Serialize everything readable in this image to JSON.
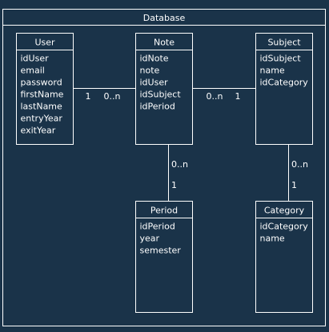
{
  "diagram": {
    "title": "Database",
    "colors": {
      "background": "#1a3349",
      "stroke": "#ffffff",
      "text": "#ffffff"
    },
    "entities": [
      {
        "id": "user",
        "name": "User",
        "fields": [
          "idUser",
          "email",
          "password",
          "firstName",
          "lastName",
          "entryYear",
          "exitYear"
        ]
      },
      {
        "id": "note",
        "name": "Note",
        "fields": [
          "idNote",
          "note",
          "idUser",
          "idSubject",
          "idPeriod"
        ]
      },
      {
        "id": "subject",
        "name": "Subject",
        "fields": [
          "idSubject",
          "name",
          "idCategory"
        ]
      },
      {
        "id": "period",
        "name": "Period",
        "fields": [
          "idPeriod",
          "year",
          "semester"
        ]
      },
      {
        "id": "category",
        "name": "Category",
        "fields": [
          "idCategory",
          "name"
        ]
      }
    ],
    "relations": [
      {
        "id": "user-note",
        "from": "user",
        "to": "note",
        "from_label": "1",
        "to_label": "0..n"
      },
      {
        "id": "note-subject",
        "from": "note",
        "to": "subject",
        "from_label": "0..n",
        "to_label": "1"
      },
      {
        "id": "note-period",
        "from": "note",
        "to": "period",
        "from_label": "0..n",
        "to_label": "1"
      },
      {
        "id": "subject-category",
        "from": "subject",
        "to": "category",
        "from_label": "0..n",
        "to_label": "1"
      }
    ]
  }
}
